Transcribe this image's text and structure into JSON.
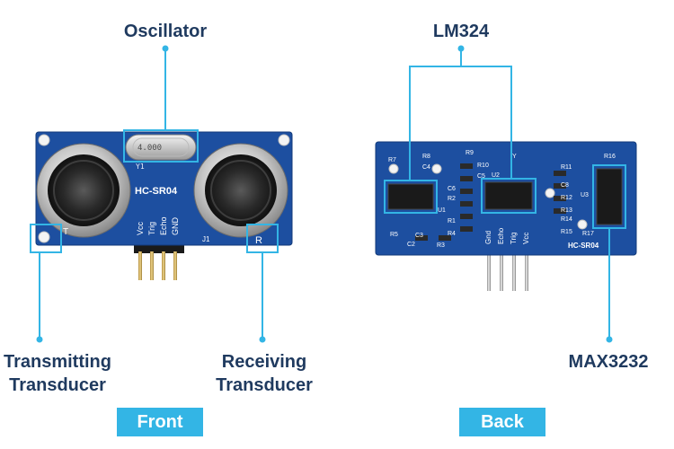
{
  "front": {
    "labels": {
      "oscillator": "Oscillator",
      "transmitting_line1": "Transmitting",
      "transmitting_line2": "Transducer",
      "receiving_line1": "Receiving",
      "receiving_line2": "Transducer"
    },
    "board_text": {
      "model": "HC-SR04",
      "pin_vcc": "Vcc",
      "pin_trig": "Trig",
      "pin_echo": "Echo",
      "pin_gnd": "GND",
      "t_mark": "T",
      "r_mark": "R",
      "y1": "Y1",
      "j1": "J1",
      "crystal": "4.000"
    },
    "caption": "Front"
  },
  "back": {
    "labels": {
      "lm324": "LM324",
      "max3232": "MAX3232"
    },
    "board_text": {
      "model": "HC-SR04",
      "pin_gnd": "Gnd",
      "pin_echo": "Echo",
      "pin_trig": "Trig",
      "pin_vcc": "Vcc",
      "u1": "U1",
      "u2": "U2",
      "u3": "U3",
      "r1": "R1",
      "r2": "R2",
      "r3": "R3",
      "r4": "R4",
      "r5": "R5",
      "r7": "R7",
      "r8": "R8",
      "r9": "R9",
      "r10": "R10",
      "r11": "R11",
      "r12": "R12",
      "r13": "R13",
      "r14": "R14",
      "r15": "R15",
      "r16": "R16",
      "r17": "R17",
      "c2": "C2",
      "c3": "C3",
      "c4": "C4",
      "c5": "C5",
      "c6": "C6",
      "c8": "C8",
      "y": "Y"
    },
    "caption": "Back"
  },
  "colors": {
    "accent": "#33b5e5",
    "label_text": "#1f3a5f",
    "pcb_blue": "#1d4fa0"
  }
}
